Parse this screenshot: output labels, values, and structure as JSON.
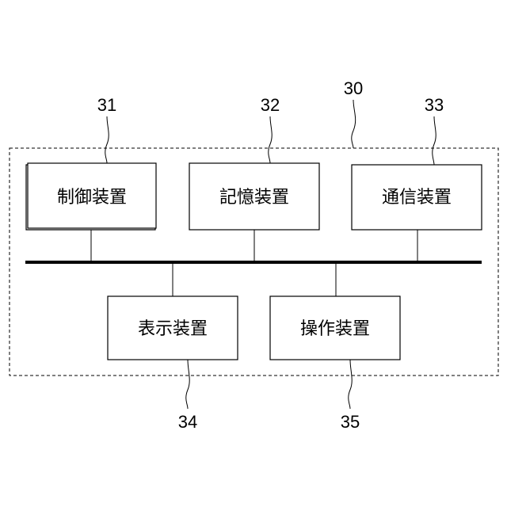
{
  "system": {
    "ref": "30"
  },
  "devices": {
    "control": {
      "label": "制御装置",
      "ref": "31"
    },
    "storage": {
      "label": "記憶装置",
      "ref": "32"
    },
    "communication": {
      "label": "通信装置",
      "ref": "33"
    },
    "display": {
      "label": "表示装置",
      "ref": "34"
    },
    "operation": {
      "label": "操作装置",
      "ref": "35"
    }
  }
}
